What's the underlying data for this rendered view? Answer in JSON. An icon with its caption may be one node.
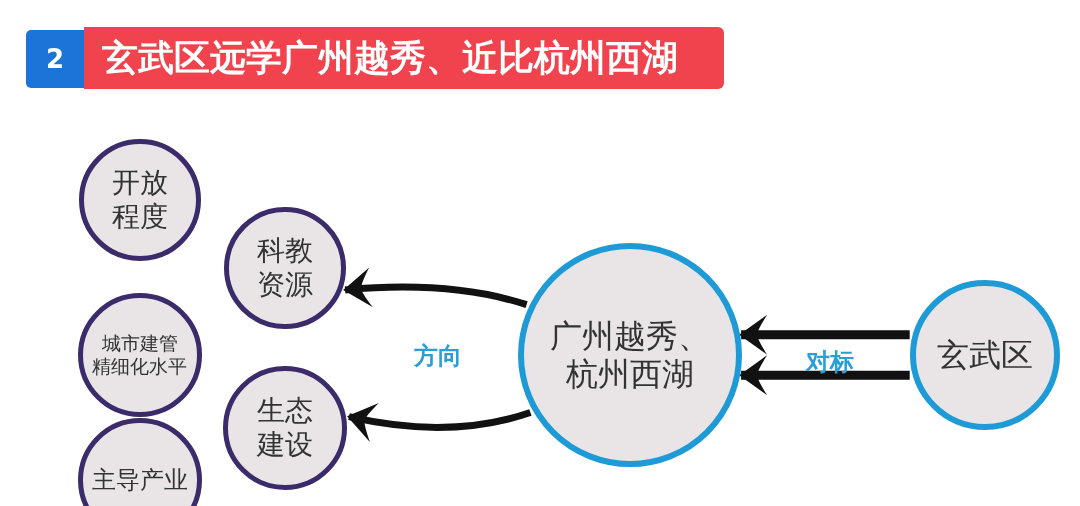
{
  "diagram": {
    "title": "玄武区远学广州越秀、近比杭州西湖",
    "nodes": [
      {
        "text": [
          "开放程度"
        ]
      },
      {
        "text": [
          "科教资源"
        ]
      },
      {
        "text": [
          "城市建管精细化水平"
        ]
      },
      {
        "text": [
          "生态建设"
        ]
      },
      {
        "text": [
          "主导产业"
        ]
      },
      {
        "text": [
          "广州越秀、杭州西湖"
        ]
      },
      {
        "text": [
          "玄武区"
        ]
      }
    ],
    "edges": [
      {
        "from": 5,
        "to": 1,
        "arrow": "to"
      },
      {
        "from": 5,
        "to": 3,
        "arrow": "to"
      },
      {
        "from": 6,
        "to": 5,
        "arrow": "to"
      },
      {
        "from": 6,
        "to": 5,
        "arrow": "to"
      }
    ],
    "labels": [
      "2",
      "方向",
      "对标"
    ]
  }
}
